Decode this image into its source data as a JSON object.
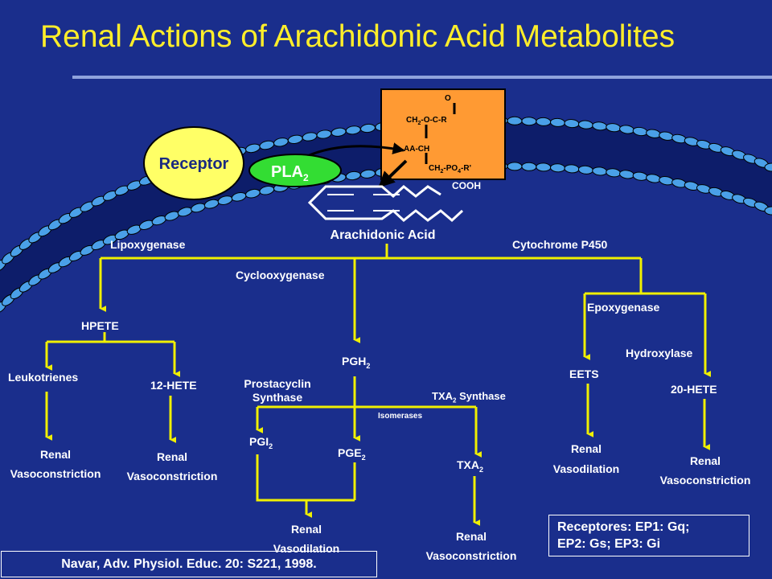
{
  "title": "Renal Actions of Arachidonic Acid Metabolites",
  "membrane": {
    "receptor": "Receptor",
    "pla2_main": "PLA",
    "pla2_sub": "2",
    "molecule": {
      "o": "O",
      "ch2_top": "CH",
      "ch2_top_sub": "2",
      "ch2_top_rest": "-O-C-R",
      "aa_ch": "AA-CH",
      "ch2_bottom": "CH",
      "ch2_bottom_sub": "2",
      "ch2_bottom_mid": "-PO",
      "ch2_bottom_sub2": "4",
      "ch2_bottom_rest": "-R'"
    },
    "cooh": "COOH",
    "arachidonic_acid": "Arachidonic Acid"
  },
  "pathways": {
    "lipoxygenase": "Lipoxygenase",
    "cyclooxygenase": "Cyclooxygenase",
    "cytochrome": "Cytochrome  P450",
    "hpete": "HPETE",
    "leukotrienes": "Leukotrienes",
    "hete12": "12-HETE",
    "pgh2_main": "PGH",
    "pgh2_sub": "2",
    "prostacyclin_line1": "Prostacyclin",
    "prostacyclin_line2": "Synthase",
    "txa2_synthase_main": "TXA",
    "txa2_synthase_sub": "2",
    "txa2_synthase_rest": " Synthase",
    "isomerases": "Isomerases",
    "pgi2_main": "PGI",
    "pgi2_sub": "2",
    "pge2_main": "PGE",
    "pge2_sub": "2",
    "txa2_main": "TXA",
    "txa2_sub": "2",
    "epoxygenase": "Epoxygenase",
    "hydroxylase": "Hydroxylase",
    "eets": "EETS",
    "hete20": "20-HETE"
  },
  "outcomes": {
    "leuko_line1": "Renal",
    "leuko_line2": "Vasoconstriction",
    "hete12_line1": "Renal",
    "hete12_line2": "Vasoconstriction",
    "pgi_line1": "Renal",
    "pgi_line2": "Vasodilation",
    "txa_line1": "Renal",
    "txa_line2": "Vasoconstriction",
    "eets_line1": "Renal",
    "eets_line2": "Vasodilation",
    "hete20_line1": "Renal",
    "hete20_line2": "Vasoconstriction"
  },
  "receptors_box": {
    "line1": "Receptores: EP1: Gq;",
    "line2": "EP2: Gs; EP3: Gi"
  },
  "citation": "Navar, Adv. Physiol. Educ. 20: S221, 1998.",
  "colors": {
    "background": "#1a2e8c",
    "title": "#ffee2a",
    "arrow": "#f0f000",
    "receptor": "#ffff66",
    "pla2": "#33dd33",
    "molecule_box": "#ff9a33",
    "membrane_bead": "#4aa0e8"
  }
}
